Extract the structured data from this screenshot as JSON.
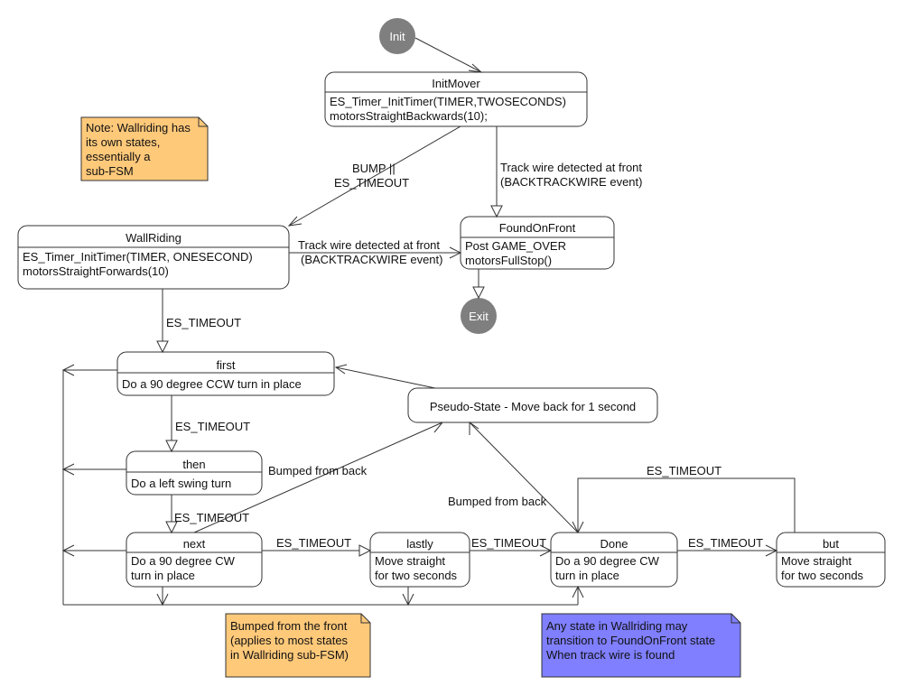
{
  "pseudo": {
    "init": "Init",
    "exit": "Exit"
  },
  "states": {
    "initmover": {
      "title": "InitMover",
      "lines": [
        "ES_Timer_InitTimer(TIMER,TWOSECONDS)",
        "motorsStraightBackwards(10);"
      ]
    },
    "wallriding": {
      "title": "WallRiding",
      "lines": [
        "ES_Timer_InitTimer(TIMER, ONESECOND)",
        "motorsStraightForwards(10)"
      ]
    },
    "foundonfront": {
      "title": "FoundOnFront",
      "lines": [
        "Post GAME_OVER",
        "motorsFullStop()"
      ]
    },
    "first": {
      "title": "first",
      "lines": [
        "Do a 90 degree CCW turn in place"
      ]
    },
    "then": {
      "title": "then",
      "lines": [
        "Do a left swing turn"
      ]
    },
    "next": {
      "title": "next",
      "lines": [
        "Do a 90 degree CW",
        "turn in place"
      ]
    },
    "lastly": {
      "title": "lastly",
      "lines": [
        "Move straight",
        "for two seconds"
      ]
    },
    "done": {
      "title": "Done",
      "lines": [
        "Do a 90 degree CW",
        "turn in place"
      ]
    },
    "but": {
      "title": "but",
      "lines": [
        "Move straight",
        "for two seconds"
      ]
    },
    "pseudostate": {
      "title": "Pseudo-State - Move back for 1 second"
    }
  },
  "transitions": {
    "bump_timeout": [
      "BUMP ||",
      "ES_TIMEOUT"
    ],
    "track_wire_1": [
      "Track wire detected at front",
      "(BACKTRACKWIRE event)"
    ],
    "track_wire_2": [
      "Track wire detected at front",
      "(BACKTRACKWIRE event)"
    ],
    "wall_to_first": "ES_TIMEOUT",
    "first_to_then": "ES_TIMEOUT",
    "then_to_next": "ES_TIMEOUT",
    "next_to_lastly": "ES_TIMEOUT",
    "lastly_to_done": "ES_TIMEOUT",
    "done_to_but": "ES_TIMEOUT",
    "but_to_done": "ES_TIMEOUT",
    "bumped_back_1": "Bumped from back",
    "bumped_back_2": "Bumped from back"
  },
  "notes": {
    "wallriding_note": [
      "Note: Wallriding has",
      "its own states,",
      "essentially a",
      "sub-FSM"
    ],
    "bumped_front": [
      "Bumped from the front",
      "(applies to most states",
      "in Wallriding sub-FSM)"
    ],
    "any_state": [
      "Any state in Wallriding may",
      "transition to FoundOnFront state",
      "When track wire is found"
    ]
  },
  "colors": {
    "note_orange": "#FFC97A",
    "note_blue": "#7F7FFF",
    "pseudo_gray": "#7F7F7F",
    "line": "#333333"
  }
}
